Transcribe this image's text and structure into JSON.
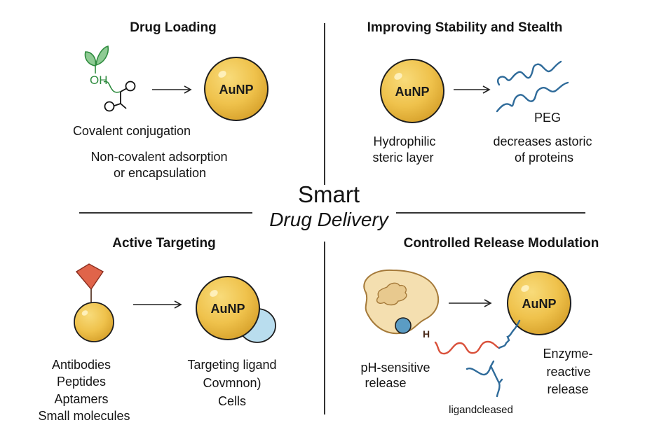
{
  "center_title": {
    "line1": "Smart",
    "line2": "Drug Delivery"
  },
  "panels": {
    "drug_loading": {
      "heading": "Drug Loading",
      "nanoparticle_label": "AuNP",
      "molecule_label": "OH",
      "labels": [
        "Covalent conjugation",
        "Non-covalent adsorption",
        "or encapsulation"
      ]
    },
    "stability": {
      "heading": "Improving Stability and Stealth",
      "nanoparticle_label": "AuNP",
      "polymer_label": "PEG",
      "left_labels": [
        "Hydrophilic",
        "steric layer"
      ],
      "right_labels": [
        "decreases astoric",
        "of proteins"
      ]
    },
    "active_targeting": {
      "heading": "Active Targeting",
      "nanoparticle_label": "AuNP",
      "left_labels": [
        "Antibodies",
        "Peptides",
        "Aptamers",
        "Small molecules"
      ],
      "right_labels": [
        "Targeting ligand",
        "Covmnon)",
        "Cells"
      ]
    },
    "controlled_release": {
      "heading": "Controlled Release Modulation",
      "nanoparticle_label": "AuNP",
      "ph_marker": "H",
      "left_labels": [
        "pH-sensitive",
        "release"
      ],
      "right_labels": [
        "Enzyme-",
        "reactive",
        "release"
      ],
      "bottom_label": "ligandcleased"
    }
  },
  "colors": {
    "gold": "#EFC24C",
    "gold_dark": "#D9A42E",
    "outline": "#1E1E1E",
    "green": "#2E8B3E",
    "leaf": "#6FBF7A",
    "red_ligand": "#E0644A",
    "blue_peg": "#2F6B9A",
    "cell_fill": "#F4DFB0",
    "cell_outline": "#A57A3A",
    "cell_nucleus": "#E8C98E",
    "vesicle": "#5B9CC4",
    "target_cell": "#B9DDEE",
    "divider": "#333333"
  }
}
